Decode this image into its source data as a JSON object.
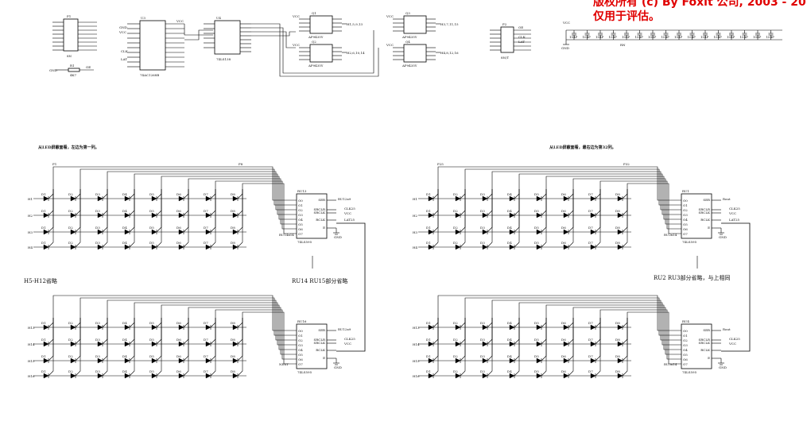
{
  "watermark": {
    "line1": "版权所有 (c) By Foxit 公司, 2003 - 20",
    "line2": "仅用于评估。"
  },
  "top_labels": {
    "p1": "P1",
    "p1_bottom": "8N",
    "u3": "U3",
    "u3_name": "74AC1268B",
    "u4": "U4",
    "u4_name": "74LS138",
    "q1": "Q1",
    "q1_name": "AP9435Y",
    "q2": "Q2",
    "q2_name": "AP9435Y",
    "q3": "Q3",
    "q3_name": "AP9435Y",
    "q4": "Q4",
    "q4_name": "AP9435Y",
    "p2": "P2",
    "p2_bottom": "8N/T",
    "r1": "R1",
    "r1_val": "4K7",
    "h1": "H1,5,9,13",
    "h2": "H2,6,10,14",
    "h3": "H3,7,11,15",
    "h4": "H4,8,12,16",
    "vcc": "VCC",
    "gnd": "GND",
    "clk": "CLK",
    "lat": "LAT",
    "oe": "OE",
    "rn": "RN",
    "caps": [
      "104P",
      "104P",
      "104P",
      "104P",
      "104P",
      "104P",
      "104P",
      "104P",
      "104P",
      "104P",
      "104P",
      "104P",
      "104P",
      "104P",
      "104P",
      "104P"
    ]
  },
  "panels": [
    {
      "title": "从LED屏蔽面看，左边为第一列。",
      "col_first": "P1",
      "col_last": "P8",
      "rows_top": [
        "H1",
        "H2",
        "H3",
        "H4"
      ],
      "rows_bottom": [
        "H13",
        "H14",
        "H15",
        "H16"
      ],
      "chip_top": "RU13",
      "chip_top_name": "74LS595",
      "chip_bottom": "RU16",
      "chip_bottom_name": "74LS595",
      "chip_top_out": "RU14x14",
      "chip_bottom_in": "NEXT",
      "pins": [
        "O0",
        "O1",
        "O2",
        "O3",
        "O4",
        "O5",
        "O6",
        "O7"
      ],
      "sig": [
        "SER",
        "SRCLR",
        "SRCLK",
        "RCLK",
        "E"
      ],
      "right_sig": [
        "RU12x9",
        "CLK25",
        "VCC",
        "LAT25"
      ]
    },
    {
      "title": "从LED屏蔽面看，最右边为第32列。",
      "col_first": "P25",
      "col_last": "P32",
      "rows_top": [
        "H1",
        "H2",
        "H3",
        "H4"
      ],
      "rows_bottom": [
        "H13",
        "H14",
        "H15",
        "H16"
      ],
      "chip_top": "RU1",
      "chip_top_name": "74LS595",
      "chip_bottom": "RU4",
      "chip_bottom_name": "74LS595",
      "chip_top_out": "RU2x14",
      "chip_bottom_in": "RU3x14",
      "pins": [
        "O0",
        "O1",
        "O2",
        "O3",
        "O4",
        "O5",
        "O6",
        "O7"
      ],
      "sig": [
        "SER",
        "SRCLR",
        "SRCLK",
        "RCLK",
        "E"
      ],
      "right_sig": [
        "Rout",
        "CLK25",
        "VCC",
        "LAT25"
      ]
    }
  ],
  "notes": {
    "left_omit": "H5-H12省略",
    "mid_omit": "RU14 RU15部分省略",
    "right_omit": "RU2 RU3部分省略，与上相同"
  }
}
